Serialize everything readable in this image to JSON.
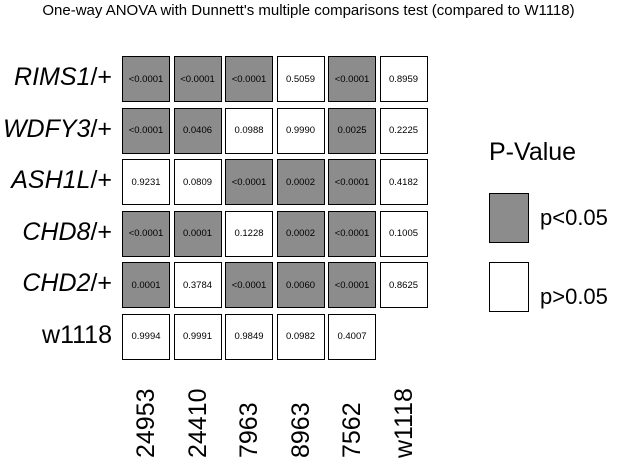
{
  "chart_data": {
    "type": "heatmap",
    "title": "One-way ANOVA with Dunnett's multiple comparisons test (compared to W1118)",
    "rows": [
      {
        "gene": "RIMS1",
        "suffix": "/+"
      },
      {
        "gene": "WDFY3",
        "suffix": "/+"
      },
      {
        "gene": "ASH1L",
        "suffix": "/+"
      },
      {
        "gene": "CHD8",
        "suffix": "/+"
      },
      {
        "gene": "CHD2",
        "suffix": "/+"
      },
      {
        "gene": "",
        "suffix": "w1118"
      }
    ],
    "columns": [
      "24953",
      "24410",
      "7963",
      "8963",
      "7562",
      "w1118"
    ],
    "values": [
      [
        "<0.0001",
        "<0.0001",
        "<0.0001",
        "0.5059",
        "<0.0001",
        "0.8959"
      ],
      [
        "<0.0001",
        "0.0406",
        "0.0988",
        "0.9990",
        "0.0025",
        "0.2225"
      ],
      [
        "0.9231",
        "0.0809",
        "<0.0001",
        "0.0002",
        "<0.0001",
        "0.4182"
      ],
      [
        "<0.0001",
        "0.0001",
        "0.1228",
        "0.0002",
        "<0.0001",
        "0.1005"
      ],
      [
        "0.0001",
        "0.3784",
        "<0.0001",
        "0.0060",
        "<0.0001",
        "0.8625"
      ],
      [
        "0.9994",
        "0.9991",
        "0.9849",
        "0.0982",
        "0.4007",
        null
      ]
    ],
    "significant": [
      [
        true,
        true,
        true,
        false,
        true,
        false
      ],
      [
        true,
        true,
        false,
        false,
        true,
        false
      ],
      [
        false,
        false,
        true,
        true,
        true,
        false
      ],
      [
        true,
        true,
        false,
        true,
        true,
        false
      ],
      [
        true,
        false,
        true,
        true,
        true,
        false
      ],
      [
        false,
        false,
        false,
        false,
        false,
        null
      ]
    ],
    "legend": {
      "title": "P-Value",
      "placement": "right",
      "entries": [
        {
          "label": "p<0.05",
          "color": "#8c8c8c"
        },
        {
          "label": "p>0.05",
          "color": "#ffffff"
        }
      ]
    }
  }
}
